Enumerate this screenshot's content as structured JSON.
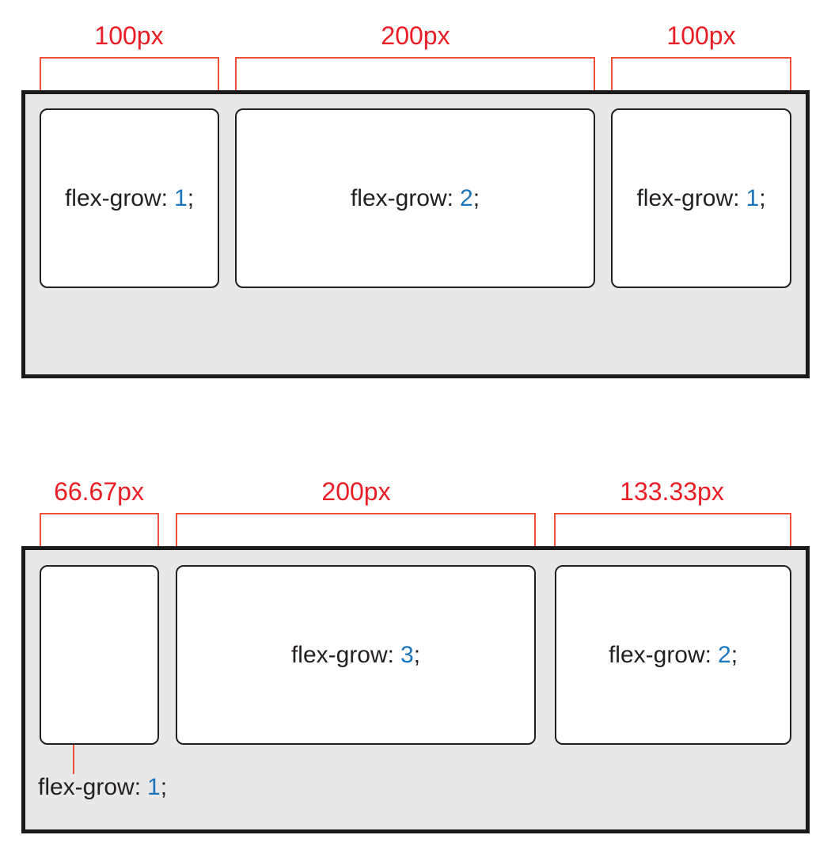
{
  "colors": {
    "red_label": "#e91d25",
    "red_line": "#f0503a",
    "blue_number": "#1b75bc",
    "text": "#231f20",
    "container_fill": "#e8e8e9",
    "container_border": "#1a1a1a"
  },
  "figure1": {
    "measurements": [
      "100px",
      "200px",
      "100px"
    ],
    "boxes": [
      {
        "property": "flex-grow:",
        "value": "1",
        "suffix": ";"
      },
      {
        "property": "flex-grow:",
        "value": "2",
        "suffix": ";"
      },
      {
        "property": "flex-grow:",
        "value": "1",
        "suffix": ";"
      }
    ]
  },
  "figure2": {
    "measurements": [
      "66.67px",
      "200px",
      "133.33px"
    ],
    "boxes": [
      {
        "property": "",
        "value": "",
        "suffix": ""
      },
      {
        "property": "flex-grow:",
        "value": "3",
        "suffix": ";"
      },
      {
        "property": "flex-grow:",
        "value": "2",
        "suffix": ";"
      }
    ],
    "callout": {
      "property": "flex-grow:",
      "value": "1",
      "suffix": ";"
    }
  }
}
